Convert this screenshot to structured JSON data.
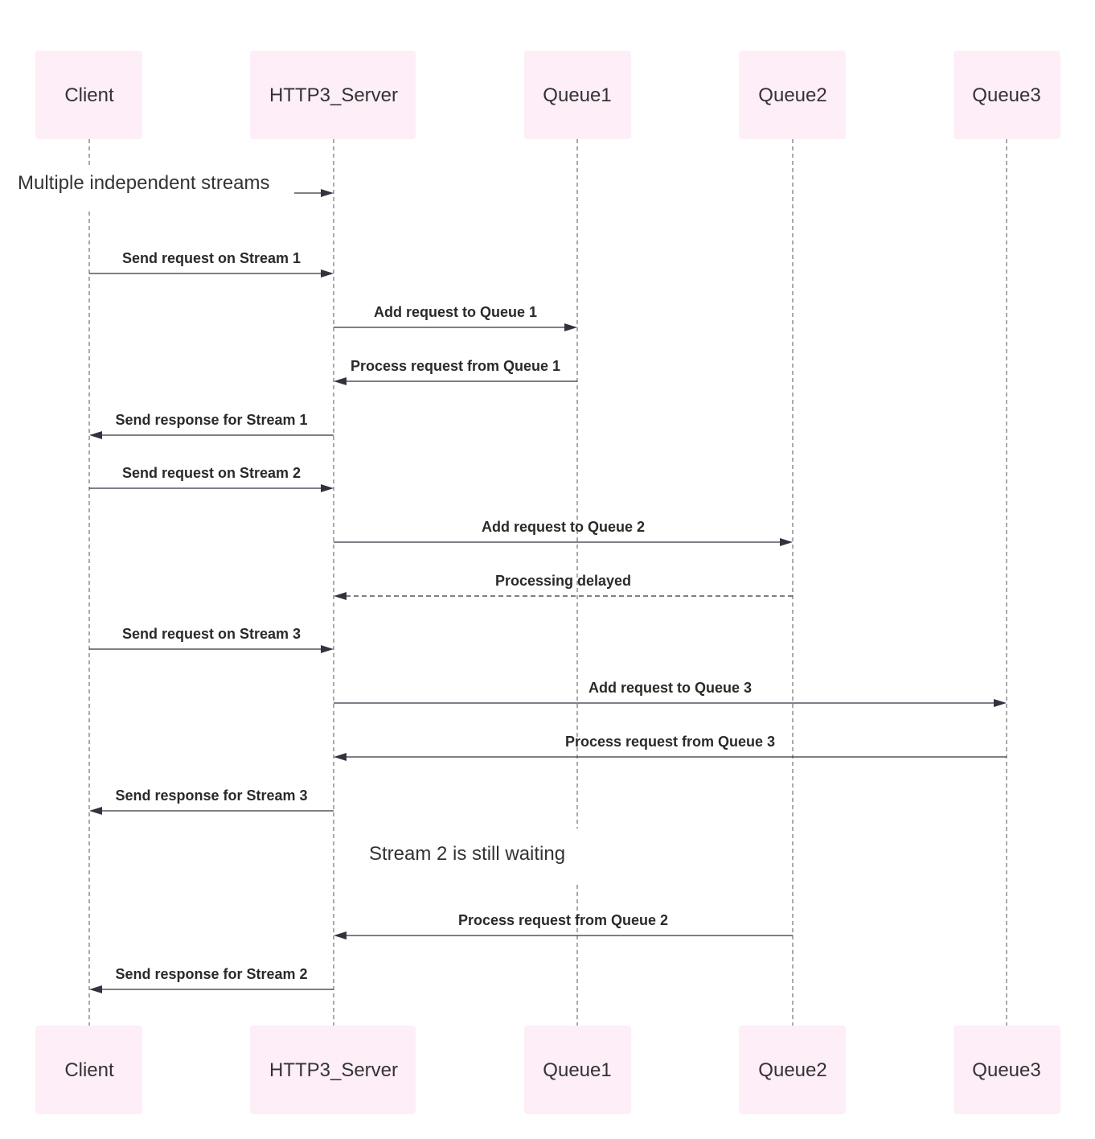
{
  "participants": [
    {
      "id": "client",
      "label": "Client"
    },
    {
      "id": "server",
      "label": "HTTP3_Server"
    },
    {
      "id": "q1",
      "label": "Queue1"
    },
    {
      "id": "q2",
      "label": "Queue2"
    },
    {
      "id": "q3",
      "label": "Queue3"
    }
  ],
  "notes": [
    {
      "text": "Multiple independent streams"
    },
    {
      "text": "Stream 2 is still waiting"
    }
  ],
  "messages": [
    {
      "from": "client",
      "to": "server",
      "label": "Send request on Stream 1",
      "style": "solid"
    },
    {
      "from": "server",
      "to": "q1",
      "label": "Add request to Queue 1",
      "style": "solid"
    },
    {
      "from": "q1",
      "to": "server",
      "label": "Process request from Queue 1",
      "style": "solid"
    },
    {
      "from": "server",
      "to": "client",
      "label": "Send response for Stream 1",
      "style": "solid"
    },
    {
      "from": "client",
      "to": "server",
      "label": "Send request on Stream 2",
      "style": "solid"
    },
    {
      "from": "server",
      "to": "q2",
      "label": "Add request to Queue 2",
      "style": "solid"
    },
    {
      "from": "q2",
      "to": "server",
      "label": "Processing delayed",
      "style": "dashed"
    },
    {
      "from": "client",
      "to": "server",
      "label": "Send request on Stream 3",
      "style": "solid"
    },
    {
      "from": "server",
      "to": "q3",
      "label": "Add request to Queue 3",
      "style": "solid"
    },
    {
      "from": "q3",
      "to": "server",
      "label": "Process request from Queue 3",
      "style": "solid"
    },
    {
      "from": "server",
      "to": "client",
      "label": "Send response for Stream 3",
      "style": "solid"
    },
    {
      "from": "q2",
      "to": "server",
      "label": "Process request from Queue 2",
      "style": "solid"
    },
    {
      "from": "server",
      "to": "client",
      "label": "Send response for Stream 2",
      "style": "solid"
    }
  ],
  "colors": {
    "actor_fill": "#fdeef8",
    "line": "#333340"
  }
}
